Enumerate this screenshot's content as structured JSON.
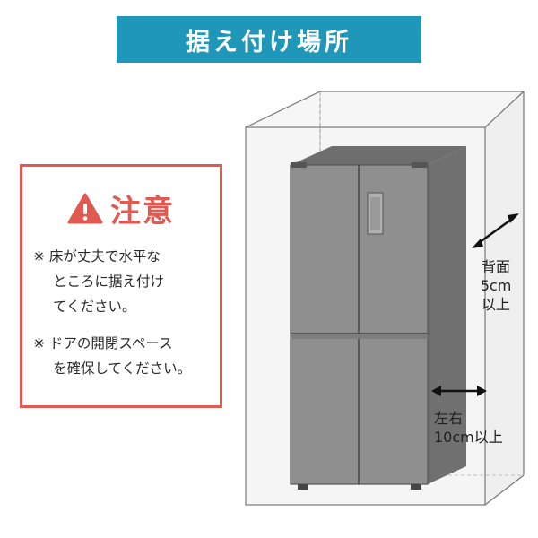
{
  "title": "据え付け場所",
  "caution": {
    "heading": "注意",
    "notes": [
      [
        "※ 床が丈夫で水平な",
        "ところに据え付け",
        "てください。"
      ],
      [
        "※ ドアの開閉スペース",
        "を確保してください。"
      ]
    ]
  },
  "clearances": {
    "back": [
      "背面",
      "5cm",
      "以上"
    ],
    "side": [
      "左右",
      "10cm以上"
    ]
  },
  "colors": {
    "banner": "#1f97b8",
    "caution": "#e05a52",
    "fridge": "#8f8f8f"
  },
  "icons": [
    "warning-triangle-icon",
    "double-arrow-icon"
  ]
}
